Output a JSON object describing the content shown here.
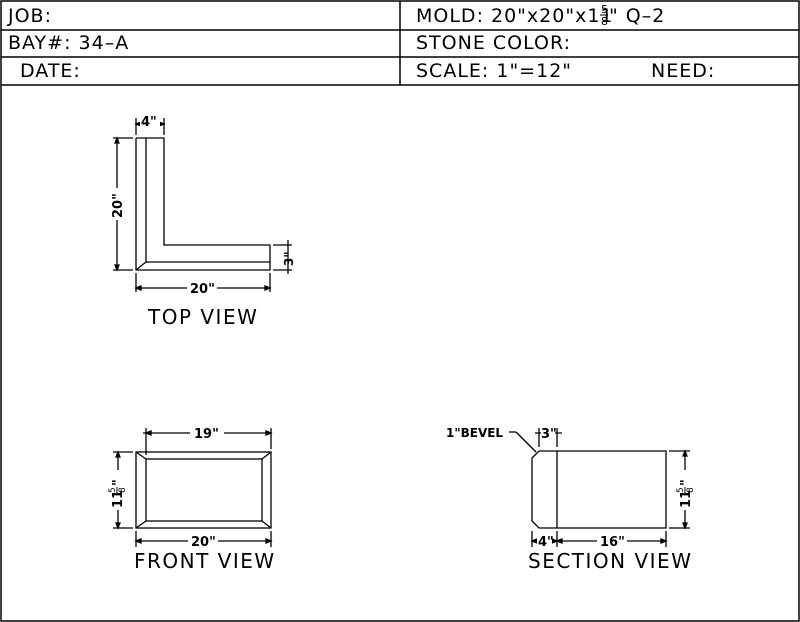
{
  "title_block": {
    "job_label": "JOB:",
    "bay_label": "BAY#:  34–A",
    "date_label": "DATE:",
    "mold_label": "MOLD:  20\"x20\"x11",
    "mold_frac_num": "5",
    "mold_frac_den": "8",
    "mold_suffix": "\"  Q–2",
    "stone_color_label": "STONE COLOR:",
    "scale_label": "SCALE:  1\"=12\"",
    "need_label": "NEED:"
  },
  "top_view": {
    "caption": "TOP VIEW",
    "dim_leg_width": "4\"",
    "dim_height": "20\"",
    "dim_width": "20\"",
    "dim_foot": "3\""
  },
  "front_view": {
    "caption": "FRONT VIEW",
    "dim_top": "19\"",
    "dim_bottom": "20\"",
    "dim_height": "11",
    "dim_height_frac_num": "5",
    "dim_height_frac_den": "8",
    "dim_height_suffix": "\""
  },
  "section_view": {
    "caption": "SECTION VIEW",
    "bevel_note": "1\"BEVEL",
    "dim_top": "3\"",
    "dim_left": "4\"",
    "dim_right": "16\"",
    "dim_height": "11",
    "dim_height_frac_num": "5",
    "dim_height_frac_den": "8",
    "dim_height_suffix": "\""
  }
}
